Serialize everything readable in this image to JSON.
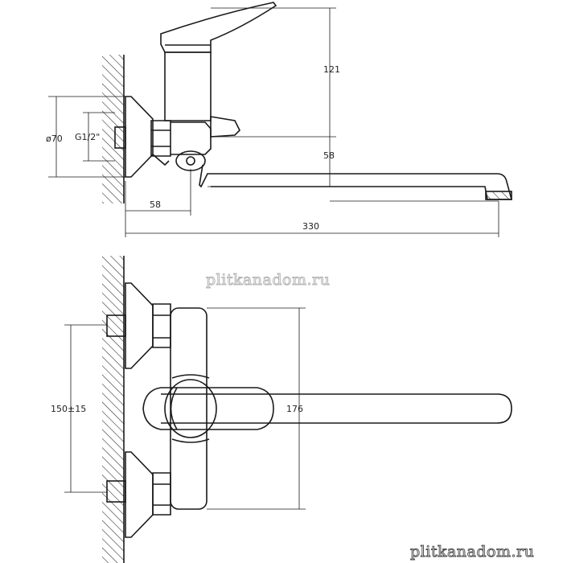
{
  "dimensions": {
    "cartridge_height": "121",
    "flange_diameter": "ø70",
    "thread": "G1/2\"",
    "spout_height": "58",
    "wall_to_axis": "58",
    "spout_length": "330",
    "center_distance": "150±15",
    "lever_width": "176"
  },
  "watermarks": {
    "center": "plitkanadom.ru",
    "corner": "plitkanadom.ru"
  },
  "colors": {
    "line": "#1a1a1a",
    "hatch": "#333333"
  }
}
